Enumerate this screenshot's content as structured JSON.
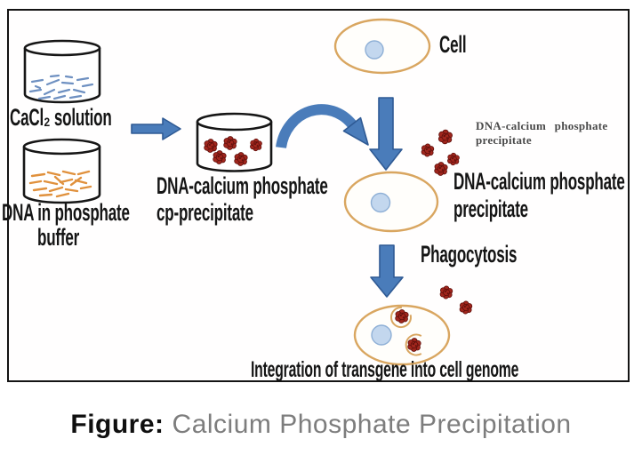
{
  "figure": {
    "labels": {
      "cacl2_solution": "CaCl₂ solution",
      "dna_buffer_line1": "DNA in phosphate",
      "dna_buffer_line2": "buffer",
      "cp_precipitate_line1": "DNA-calcium phosphate",
      "cp_precipitate_line2": "cp-precipitate",
      "cell": "Cell",
      "precipitate_small_line1": "DNA-calcium phosphate",
      "precipitate_small_line2": "precipitate",
      "precipitate_line1": "DNA-calcium phosphate",
      "precipitate_line2": "precipitate",
      "phagocytosis": "Phagocytosis",
      "integration": "Integration of transgene into cell genome"
    }
  },
  "caption": {
    "prefix": "Figure:",
    "title": "Calcium Phosphate Precipitation"
  },
  "colors": {
    "arrow-blue": "#4a7cba",
    "arrow-edge": "#2f5a94",
    "membrane": "#d9a660",
    "nucleus-fill": "#c3d7ee",
    "nucleus-edge": "#8fb0d6",
    "cluster-red": "#a1261d",
    "cluster-dark": "#5f100c",
    "dash-blue": "#6e90c1",
    "dash-orange": "#e0913d",
    "smalltext-gray": "#4a4a4a",
    "caption-gray": "#7d7d7d"
  }
}
